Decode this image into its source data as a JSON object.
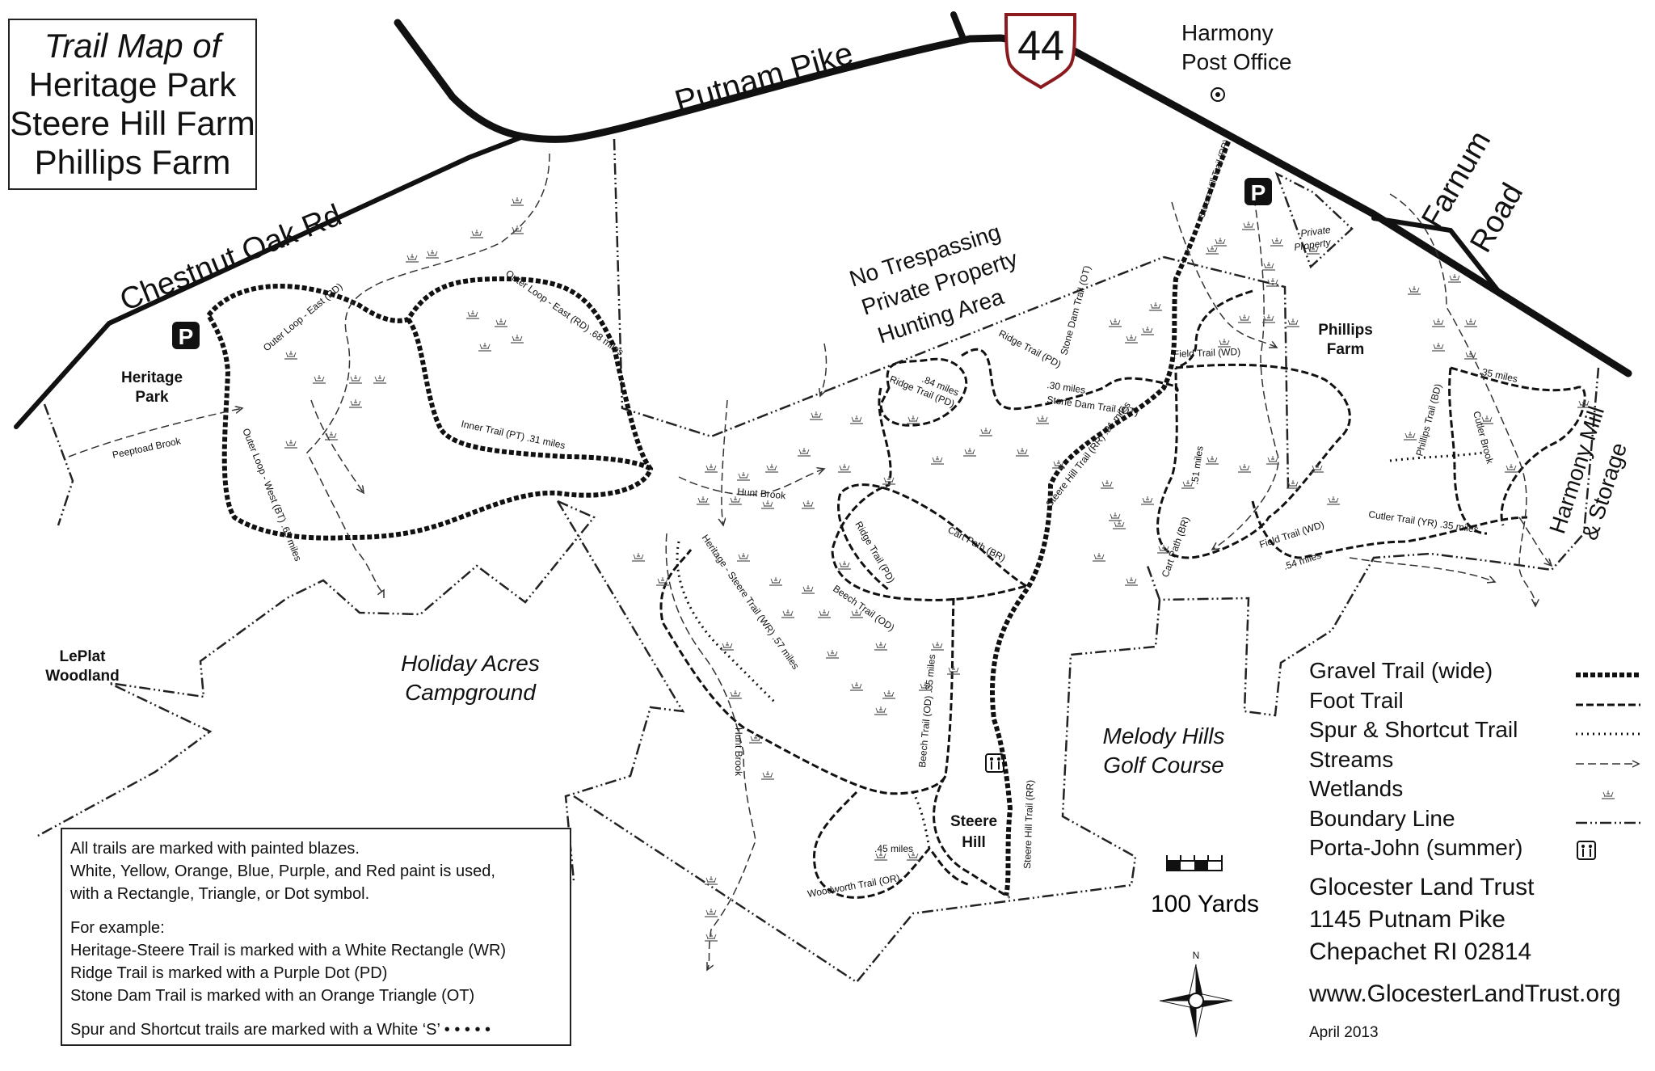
{
  "title": {
    "line1": "Trail Map of",
    "line2": "Heritage Park",
    "line3": "Steere Hill Farm",
    "line4": "Phillips Farm"
  },
  "roads": {
    "putnam_pike": "Putnam Pike",
    "chestnut_oak": "Chestnut Oak Rd",
    "farnum": "Farnum",
    "farnum2": "Road",
    "route_number": "44"
  },
  "places": {
    "post_office_1": "Harmony",
    "post_office_2": "Post Office",
    "heritage_park_1": "Heritage",
    "heritage_park_2": "Park",
    "phillips_farm_1": "Phillips",
    "phillips_farm_2": "Farm",
    "private_property_1": "Private",
    "private_property_2": "Property",
    "no_trespass_1": "No Trespassing",
    "no_trespass_2": "Private Property",
    "no_trespass_3": "Hunting Area",
    "leplat_1": "LePlat",
    "leplat_2": "Woodland",
    "holiday_1": "Holiday Acres",
    "holiday_2": "Campground",
    "melody_1": "Melody Hills",
    "melody_2": "Golf Course",
    "steere_1": "Steere",
    "steere_2": "Hill",
    "harmony_mill_1": "Harmony Mill",
    "harmony_mill_2": "& Storage",
    "parking": "P",
    "compass_n": "N"
  },
  "trail_labels": {
    "outer_east_rd_small": "Outer Loop - East (RD)",
    "outer_east_rd": "Outer Loop - East  (RD)  .68 miles",
    "inner_trail": "Inner Trail  (PT)  .31 miles",
    "outer_west": "Outer Loop - West  (BT)  .65 miles",
    "peeptoad": "Peeptoad Brook",
    "hunt_brook_1": "Hunt Brook",
    "hunt_brook_2": "Hunt Brook",
    "heritage_steere": "Heritage - Steere Trail (WR)  .57 miles",
    "ridge_pd_1": "Ridge Trail (PD)",
    "ridge_pd_2": "Ridge Trail (PD)",
    "ridge_pd_3": "Ridge Trail (PD)",
    "ridge_84": ".84 miles",
    "stone_dam_1": "Stone Dam Trail (OT)",
    "stone_dam_2": "Stone Dam Trail (OT)",
    "stone_dam_30": ".30 miles",
    "steere_rr_1": "Steere Hill Trail (RR)",
    "steere_rr_2": "Steere Hill Trail (RR)  .91 miles",
    "steere_rr_3": "Steere Hill Trail (RR)",
    "cart_path_1": "Cart Path (BR)",
    "cart_path_2": "Cart Path (BR)",
    "cart_51": ".51 miles",
    "field_wd_1": "Field Trail (WD)",
    "field_wd_2": "Field Trail (WD)",
    "field_54": ".54 miles",
    "beech_1": "Beech Trail (OD)",
    "beech_2": "Beech Trail (OD)  .35 miles",
    "woodworth": "Woodworth Trail (OR)",
    "woodworth_45": ".45 miles",
    "phillips_bd": "Phillips Trail (BD)",
    "cutler_brook": "Cutler Brook",
    "cutler_trail": "Cutler Trail (YR)  .35 miles",
    "phillips_35": ".35 miles"
  },
  "note": {
    "line1": "All trails are marked with painted blazes.",
    "line2": "White, Yellow, Orange, Blue, Purple, and Red paint is used,",
    "line3": "with a Rectangle, Triangle, or Dot symbol.",
    "line4": "For example:",
    "line5": "Heritage-Steere Trail is marked with a White Rectangle (WR)",
    "line6": "Ridge Trail is marked with a Purple Dot (PD)",
    "line7": "Stone Dam Trail is marked with an Orange Triangle (OT)",
    "line8": "Spur and Shortcut trails are marked with a White ‘S’ • • • • •"
  },
  "legend": [
    {
      "label": "Gravel Trail (wide)",
      "symbol": "gravel"
    },
    {
      "label": "Foot Trail",
      "symbol": "foot"
    },
    {
      "label": "Spur & Shortcut Trail",
      "symbol": "spur"
    },
    {
      "label": "Streams",
      "symbol": "stream"
    },
    {
      "label": "Wetlands",
      "symbol": "wetland"
    },
    {
      "label": "Boundary Line",
      "symbol": "boundary"
    },
    {
      "label": "Porta-John (summer)",
      "symbol": "porta-john"
    }
  ],
  "scale": {
    "label": "100 Yards"
  },
  "trust": {
    "name": "Glocester Land Trust",
    "address1": "1145 Putnam Pike",
    "address2": "Chepachet RI 02814",
    "website": "www.GlocesterLandTrust.org",
    "date": "April 2013"
  }
}
